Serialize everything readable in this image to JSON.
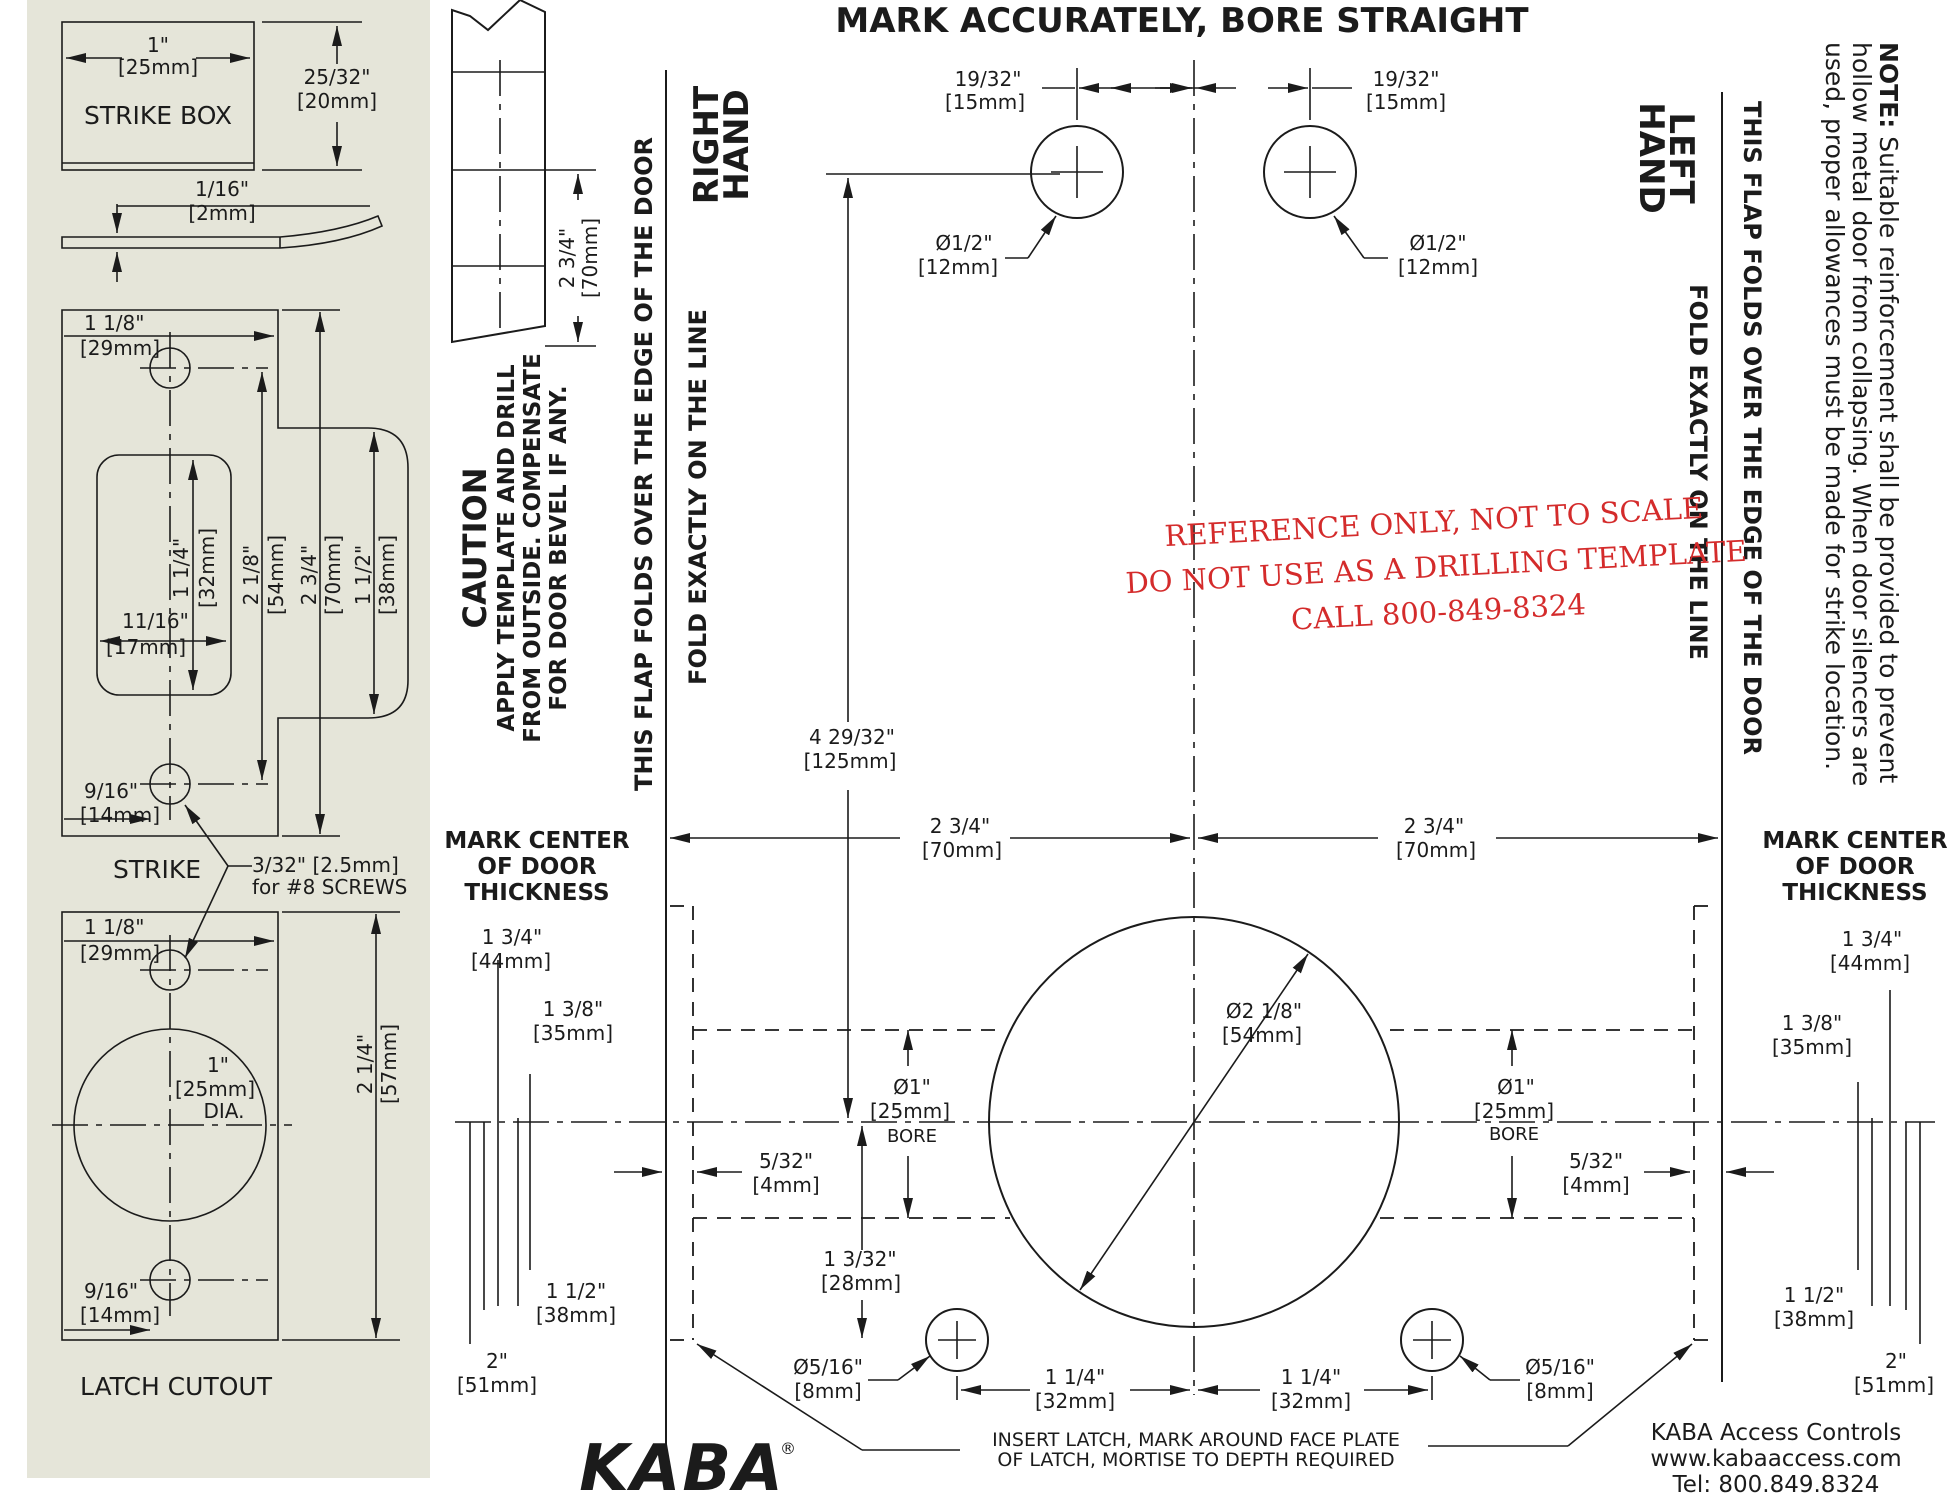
{
  "header": {
    "title": "MARK ACCURATELY, BORE STRAIGHT"
  },
  "strike_box": {
    "label": "STRIKE BOX",
    "width": "1\"",
    "width_mm": "[25mm]",
    "depth": "25/32\"",
    "depth_mm": "[20mm]"
  },
  "strike_plate": {
    "thickness": "1/16\"",
    "thickness_mm": "[2mm]"
  },
  "strike": {
    "label": "STRIKE",
    "hole_offset": "1 1/8\"",
    "hole_offset_mm": "[29mm]",
    "hole_edge": "9/16\"",
    "hole_edge_mm": "[14mm]",
    "cutout_height": "1 1/4\"",
    "cutout_height_mm": "[32mm]",
    "cutout_width": "11/16\"",
    "cutout_width_mm": "[17mm]",
    "hole_spacing": "2 1/8\"",
    "hole_spacing_mm": "[54mm]",
    "overall": "2 3/4\"",
    "overall_mm": "[70mm]",
    "lip": "1 1/2\"",
    "lip_mm": "[38mm]",
    "screw_note_1": "3/32\" [2.5mm]",
    "screw_note_2": "for #8 SCREWS"
  },
  "latch_cutout": {
    "label": "LATCH CUTOUT",
    "hole_offset": "1 1/8\"",
    "hole_offset_mm": "[29mm]",
    "dia": "1\"",
    "dia_mm": "[25mm]",
    "dia_label": "DIA.",
    "hole_edge": "9/16\"",
    "hole_edge_mm": "[14mm]",
    "height": "2 1/4\"",
    "height_mm": "[57mm]"
  },
  "flap": {
    "height": "2 3/4\"",
    "height_mm": "[70mm]"
  },
  "caution": {
    "title": "CAUTION",
    "line1": "APPLY TEMPLATE AND DRILL",
    "line2": "FROM OUTSIDE.  COMPENSATE",
    "line3": "FOR DOOR BEVEL IF ANY."
  },
  "right_hand": {
    "label_1": "RIGHT",
    "label_2": "HAND",
    "flap_note": "THIS FLAP FOLDS OVER THE EDGE OF THE DOOR",
    "fold_note": "FOLD EXACTLY ON THE LINE"
  },
  "left_hand": {
    "label_1": "LEFT",
    "label_2": "HAND",
    "flap_note": "THIS FLAP FOLDS OVER THE EDGE OF THE DOOR",
    "fold_note": "FOLD EXACTLY ON THE LINE"
  },
  "note": {
    "label": "NOTE:",
    "line1": " Suitable reinforcement shall be provided to prevent",
    "line2": "hollow metal door from collapsing.  When door silencers are",
    "line3": "used, proper allowances must be made for strike location."
  },
  "stamp": {
    "line1": "REFERENCE ONLY, NOT TO SCALE",
    "line2": "DO NOT USE AS A DRILLING TEMPLATE",
    "line3": "CALL 800-849-8324",
    "color": "#d42b2b"
  },
  "dims": {
    "offset_left": "19/32\"",
    "offset_left_mm": "[15mm]",
    "offset_right": "19/32\"",
    "offset_right_mm": "[15mm]",
    "thru_hole_left": "Ø1/2\"",
    "thru_hole_left_mm": "[12mm]",
    "thru_hole_right": "Ø1/2\"",
    "thru_hole_right_mm": "[12mm]",
    "vertical": "4 29/32\"",
    "vertical_mm": "[125mm]",
    "backset_left": "2 3/4\"",
    "backset_left_mm": "[70mm]",
    "backset_right": "2 3/4\"",
    "backset_right_mm": "[70mm]",
    "mark_center_1": "MARK CENTER",
    "mark_center_2": "OF DOOR",
    "mark_center_3": "THICKNESS",
    "thk_1_3_4": "1 3/4\"",
    "thk_1_3_4_mm": "[44mm]",
    "thk_1_3_8": "1 3/8\"",
    "thk_1_3_8_mm": "[35mm]",
    "thk_1_1_2": "1 1/2\"",
    "thk_1_1_2_mm": "[38mm]",
    "thk_2": "2\"",
    "thk_2_mm": "[51mm]",
    "big_bore": "Ø2 1/8\"",
    "big_bore_mm": "[54mm]",
    "edge_bore": "Ø1\"",
    "edge_bore_mm": "[25mm]",
    "edge_bore_label": "BORE",
    "latch_depth": "5/32\"",
    "latch_depth_mm": "[4mm]",
    "latch_offset": "1 3/32\"",
    "latch_offset_mm": "[28mm]",
    "small_hole": "Ø5/16\"",
    "small_hole_mm": "[8mm]",
    "small_spacing": "1 1/4\"",
    "small_spacing_mm": "[32mm]"
  },
  "insert_note": {
    "line1": "INSERT LATCH, MARK AROUND FACE PLATE",
    "line2": "OF LATCH, MORTISE TO DEPTH REQUIRED"
  },
  "brand": {
    "logo": "KABA",
    "registered": "®"
  },
  "contact": {
    "company": "KABA Access Controls",
    "website": "www.kabaaccess.com",
    "tel": "Tel: 800.849.8324"
  },
  "colors": {
    "panel": "#e5e5d9",
    "ink": "#1b1b1b"
  }
}
